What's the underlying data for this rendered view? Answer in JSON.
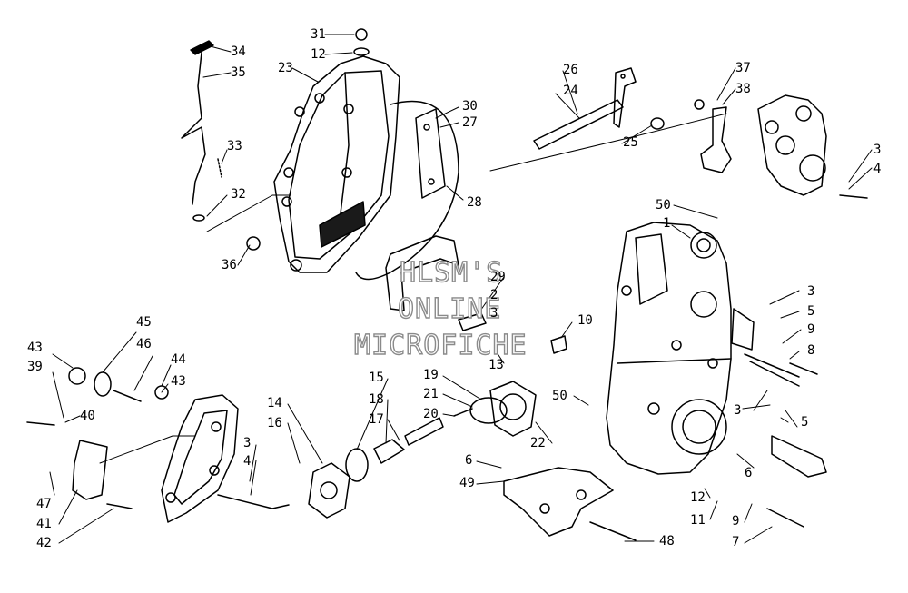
{
  "watermark": {
    "line1": "HLSM'S",
    "line2": "ONLINE",
    "line3": "MICROFICHE",
    "color": "#8a8a8a"
  },
  "callouts": [
    "31",
    "12",
    "34",
    "23",
    "35",
    "33",
    "32",
    "36",
    "26",
    "24",
    "25",
    "30",
    "27",
    "28",
    "37",
    "38",
    "3",
    "4",
    "50",
    "1",
    "29",
    "2",
    "3",
    "10",
    "13",
    "3",
    "5",
    "9",
    "8",
    "45",
    "46",
    "43",
    "39",
    "44",
    "43",
    "40",
    "47",
    "41",
    "42",
    "14",
    "16",
    "3",
    "4",
    "15",
    "18",
    "17",
    "19",
    "21",
    "20",
    "22",
    "6",
    "49",
    "50",
    "48",
    "3",
    "5",
    "6",
    "12",
    "11",
    "9",
    "7"
  ]
}
